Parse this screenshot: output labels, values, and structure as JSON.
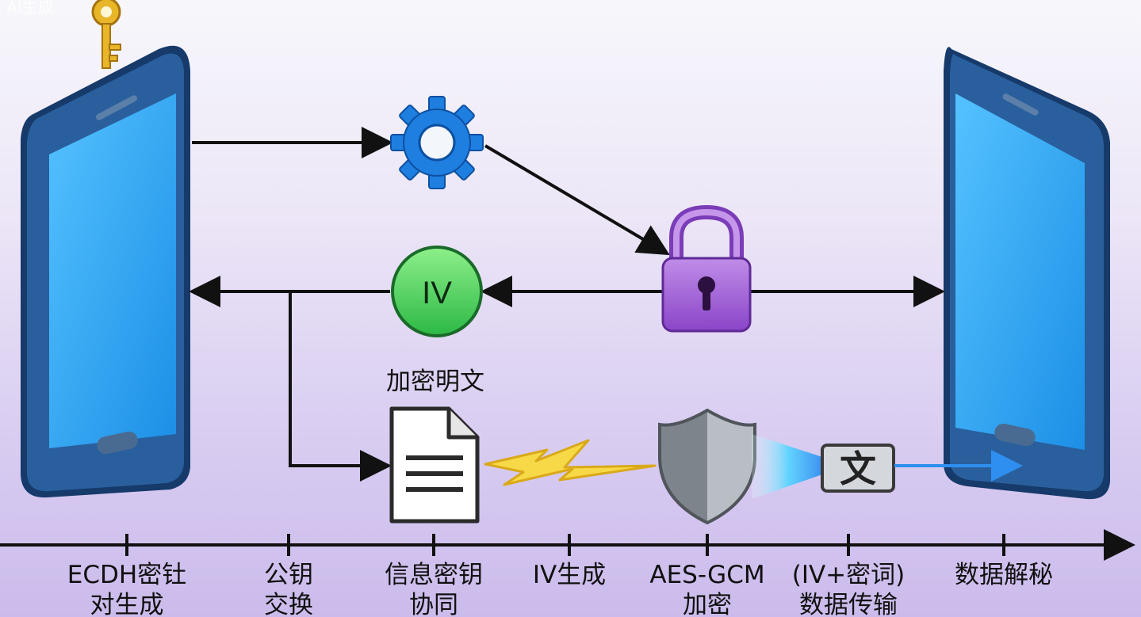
{
  "watermark": "AI生成",
  "document_label": "加密明文",
  "iv_label": "IV",
  "cipher_glyph": "文",
  "colors": {
    "phone_frame": "#1f4f8a",
    "phone_screen": "#2fa8f2",
    "gear": "#1e7fe0",
    "lock": "#9a57d6",
    "iv_circle": "#3fcc55",
    "shield": "#9aa0a6",
    "key": "#e0a820",
    "arrow": "#111111",
    "beam": "#2e8ff0"
  },
  "timeline": {
    "steps": [
      {
        "line1": "ECDH密钍",
        "line2": "对生成"
      },
      {
        "line1": "公钥",
        "line2": "交换"
      },
      {
        "line1": "信息密钥",
        "line2": "协同"
      },
      {
        "line1": "IV生成",
        "line2": ""
      },
      {
        "line1": "AES-GCM",
        "line2": "加密"
      },
      {
        "line1": "(IV+密词)",
        "line2": "数据传输"
      },
      {
        "line1": "数据解秘",
        "line2": ""
      }
    ]
  },
  "icons": [
    "key-icon",
    "gear-icon",
    "padlock-icon",
    "iv-circle-icon",
    "document-icon",
    "lightning-icon",
    "shield-icon",
    "cipher-text-icon"
  ]
}
